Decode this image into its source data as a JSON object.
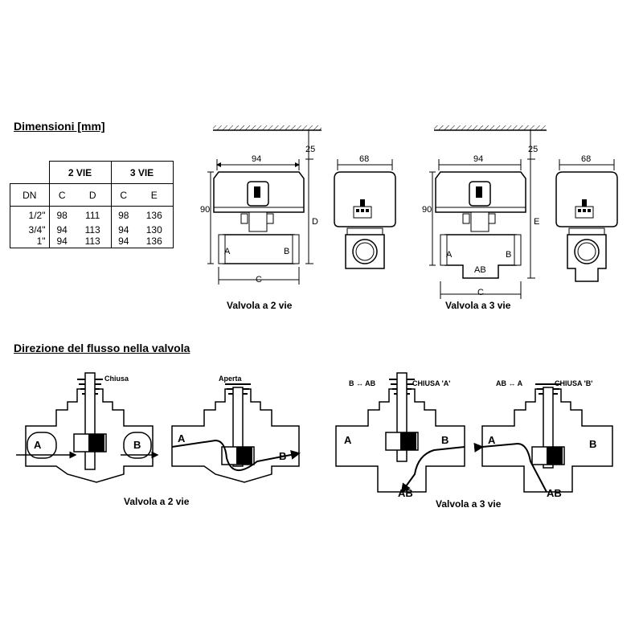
{
  "dimensions": {
    "title": "Dimensioni [mm]",
    "table": {
      "group_2vie": "2 VIE",
      "group_3vie": "3 VIE",
      "col_dn": "DN",
      "col_c": "C",
      "col_d": "D",
      "col_c3": "C",
      "col_e": "E",
      "rows": [
        {
          "dn": "1/2\"",
          "c2": "98",
          "d": "111",
          "c3": "98",
          "e": "136"
        },
        {
          "dn": "3/4\"",
          "c2": "94",
          "d": "113",
          "c3": "94",
          "e": "130"
        },
        {
          "dn": "1\"",
          "c2": "94",
          "d": "113",
          "c3": "94",
          "e": "136"
        }
      ]
    }
  },
  "drawing_labels": {
    "w94": "94",
    "w68": "68",
    "h25": "25",
    "h90": "90",
    "d": "D",
    "e": "E",
    "c": "C",
    "a": "A",
    "b": "B",
    "ab": "AB"
  },
  "captions": {
    "valve_2way": "Valvola a 2 vie",
    "valve_3way": "Valvola a 3 vie"
  },
  "flow": {
    "title": "Direzione del flusso nella valvola",
    "closed": "Chiusa",
    "open": "Aperta",
    "b_to_ab": "B ↔ AB",
    "closed_a": "CHIUSA 'A'",
    "ab_to_a": "AB ↔ A",
    "closed_b": "CHIUSA 'B'",
    "caption_2way": "Valvola a 2 vie",
    "caption_3way": "Valvola a 3 vie"
  }
}
